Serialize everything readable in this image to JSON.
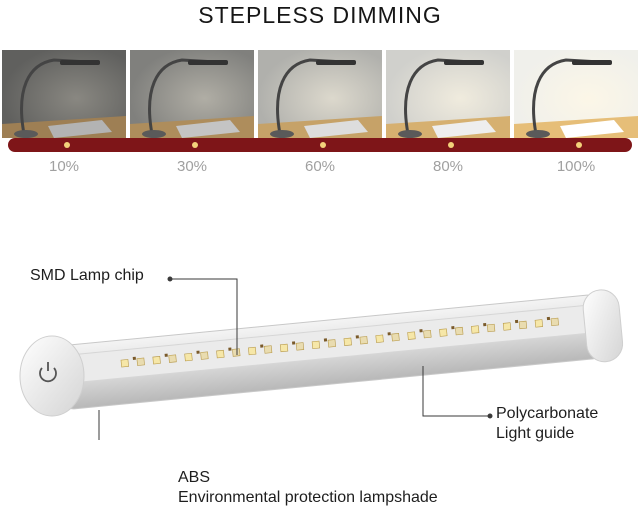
{
  "title": "STEPLESS DIMMING",
  "dimming_levels": [
    {
      "label": "10%",
      "brightness": 0.1
    },
    {
      "label": "30%",
      "brightness": 0.3
    },
    {
      "label": "60%",
      "brightness": 0.6
    },
    {
      "label": "80%",
      "brightness": 0.8
    },
    {
      "label": "100%",
      "brightness": 1.0
    }
  ],
  "callouts": {
    "chip": "SMD Lamp chip",
    "guide_line1": "Polycarbonate",
    "guide_line2": "Light guide",
    "shade_line1": "ABS",
    "shade_line2": "Environmental protection lampshade"
  },
  "colors": {
    "bar": "#7e1518",
    "dot": "#f3d27a",
    "percent_text": "#a0a0a0"
  }
}
